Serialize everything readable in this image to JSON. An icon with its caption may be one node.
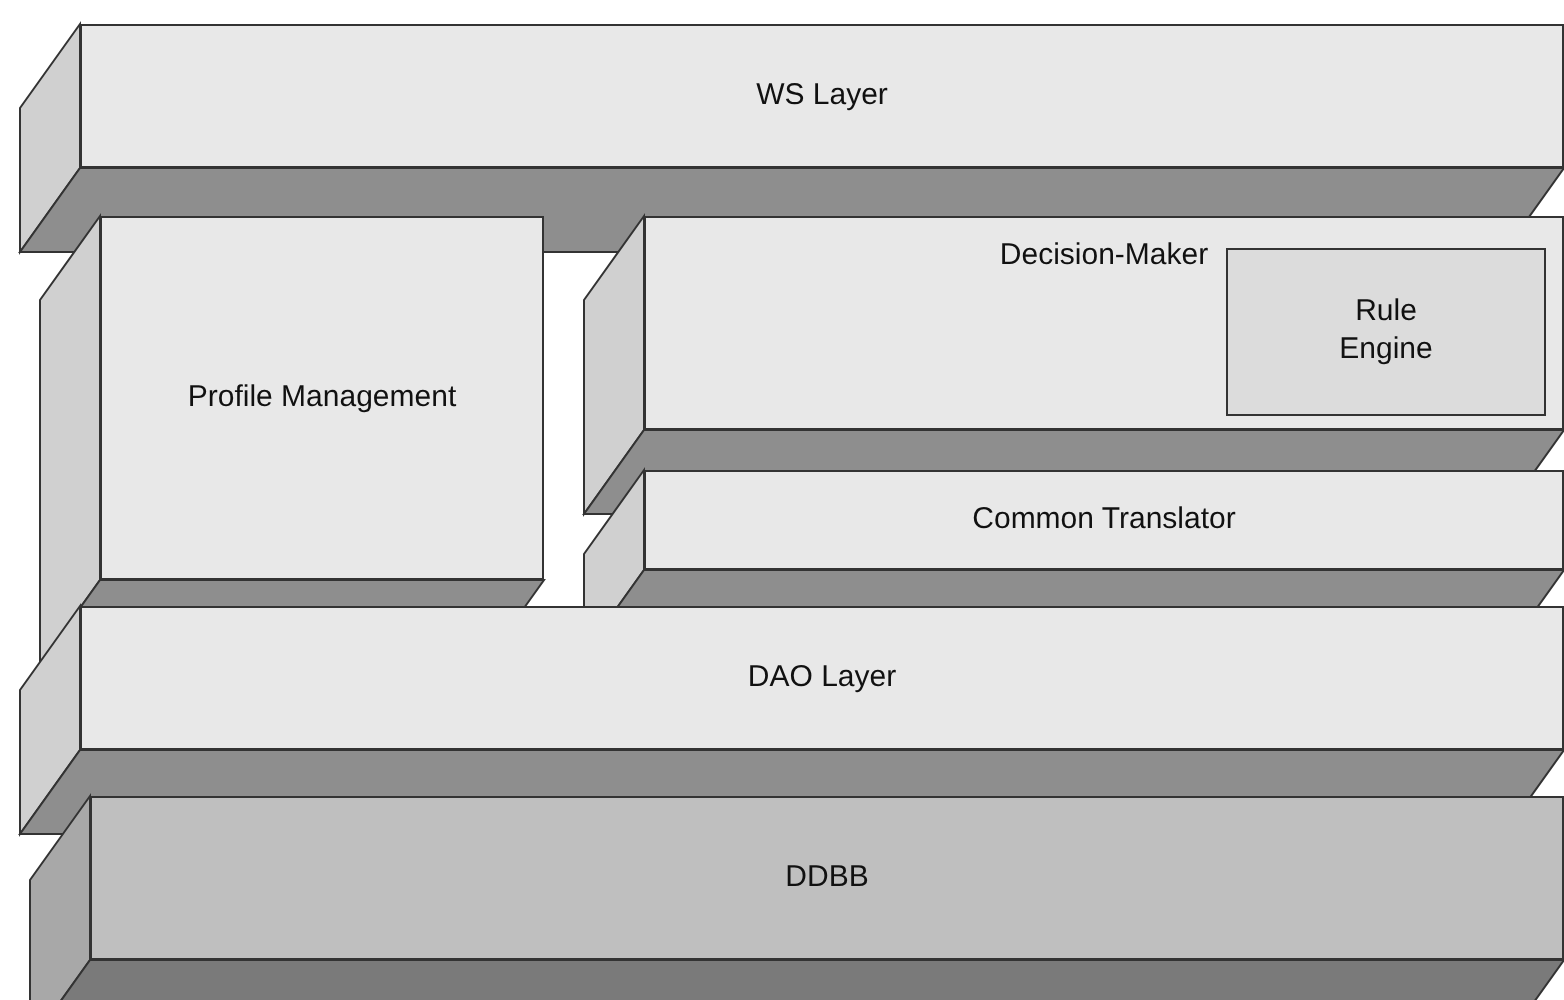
{
  "diagram": {
    "nodes": [
      {
        "text": [
          "WS Layer"
        ]
      },
      {
        "text": [
          "Profile Management"
        ]
      },
      {
        "text": [
          "Decision-Maker"
        ]
      },
      {
        "text": [
          "Rule Engine"
        ],
        "in": 2
      },
      {
        "text": [
          "Common Translator"
        ]
      },
      {
        "text": [
          "DAO Layer"
        ]
      },
      {
        "text": [
          "DDBB"
        ]
      }
    ]
  }
}
